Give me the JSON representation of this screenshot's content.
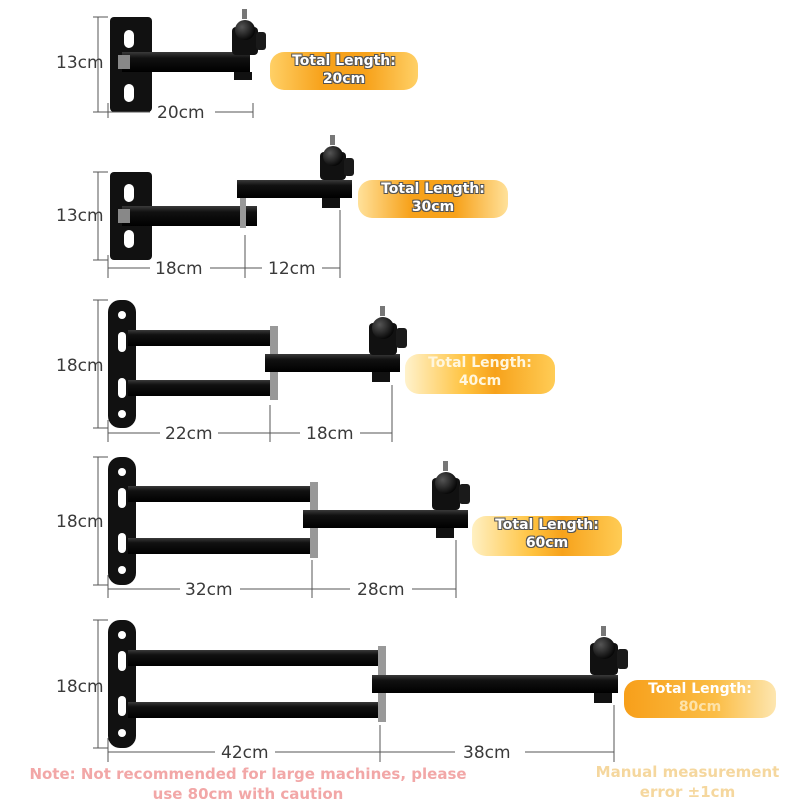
{
  "configs": [
    {
      "height_label": "13cm",
      "segment_labels": [
        "20cm"
      ],
      "total_label": "Total Length:",
      "total_value": "20cm"
    },
    {
      "height_label": "13cm",
      "segment_labels": [
        "18cm",
        "12cm"
      ],
      "total_label": "Total Length:",
      "total_value": "30cm"
    },
    {
      "height_label": "18cm",
      "segment_labels": [
        "22cm",
        "18cm"
      ],
      "total_label": "Total Length:",
      "total_value": "40cm"
    },
    {
      "height_label": "18cm",
      "segment_labels": [
        "32cm",
        "28cm"
      ],
      "total_label": "Total Length:",
      "total_value": "60cm"
    },
    {
      "height_label": "18cm",
      "segment_labels": [
        "42cm",
        "38cm"
      ],
      "total_label": "Total Length:",
      "total_value": "80cm"
    }
  ],
  "notes": {
    "caution": "Note: Not recommended for large machines, please use 80cm with caution",
    "error": "Manual measurement error ±1cm"
  },
  "colors": {
    "badge": "#f7a21b",
    "bracket": "#111111",
    "dimension_line": "#555555",
    "caution_text": "#f2a7a7",
    "error_text": "#f5d79e"
  }
}
